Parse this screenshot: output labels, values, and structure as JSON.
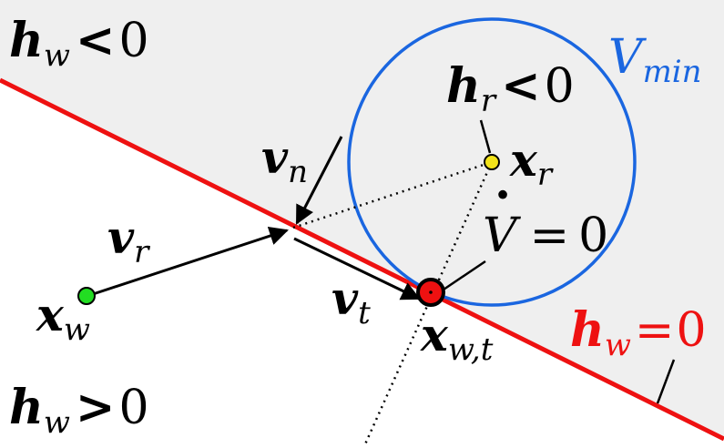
{
  "colors": {
    "half_plane_fill": "#efefef",
    "boundary": "#ee1111",
    "circle": "#1a66e0",
    "robot_point": "#f2e31a",
    "target_point": "#22dd22",
    "contact_point": "#ee1111",
    "ink": "#000000"
  },
  "labels": {
    "hw_neg": {
      "sym": "h",
      "sub": "w",
      "rel": "<",
      "num": "0"
    },
    "hw_pos": {
      "sym": "h",
      "sub": "w",
      "rel": ">",
      "num": "0"
    },
    "hw_zero": {
      "sym": "h",
      "sub": "w",
      "rel": "=",
      "num": "0"
    },
    "hr_neg": {
      "sym": "h",
      "sub": "r",
      "rel": "<",
      "num": "0"
    },
    "vmin": {
      "sym": "V",
      "sub": "min"
    },
    "vn": {
      "sym": "v",
      "sub": "n"
    },
    "vr": {
      "sym": "v",
      "sub": "r"
    },
    "vt": {
      "sym": "v",
      "sub": "t"
    },
    "xr": {
      "sym": "x",
      "sub": "r"
    },
    "xw": {
      "sym": "x",
      "sub": "w"
    },
    "xwt": {
      "sym": "x",
      "sub": "w,t"
    },
    "vdot": {
      "sym": "V",
      "dot": "·",
      "rel": "=",
      "num": "0"
    }
  }
}
